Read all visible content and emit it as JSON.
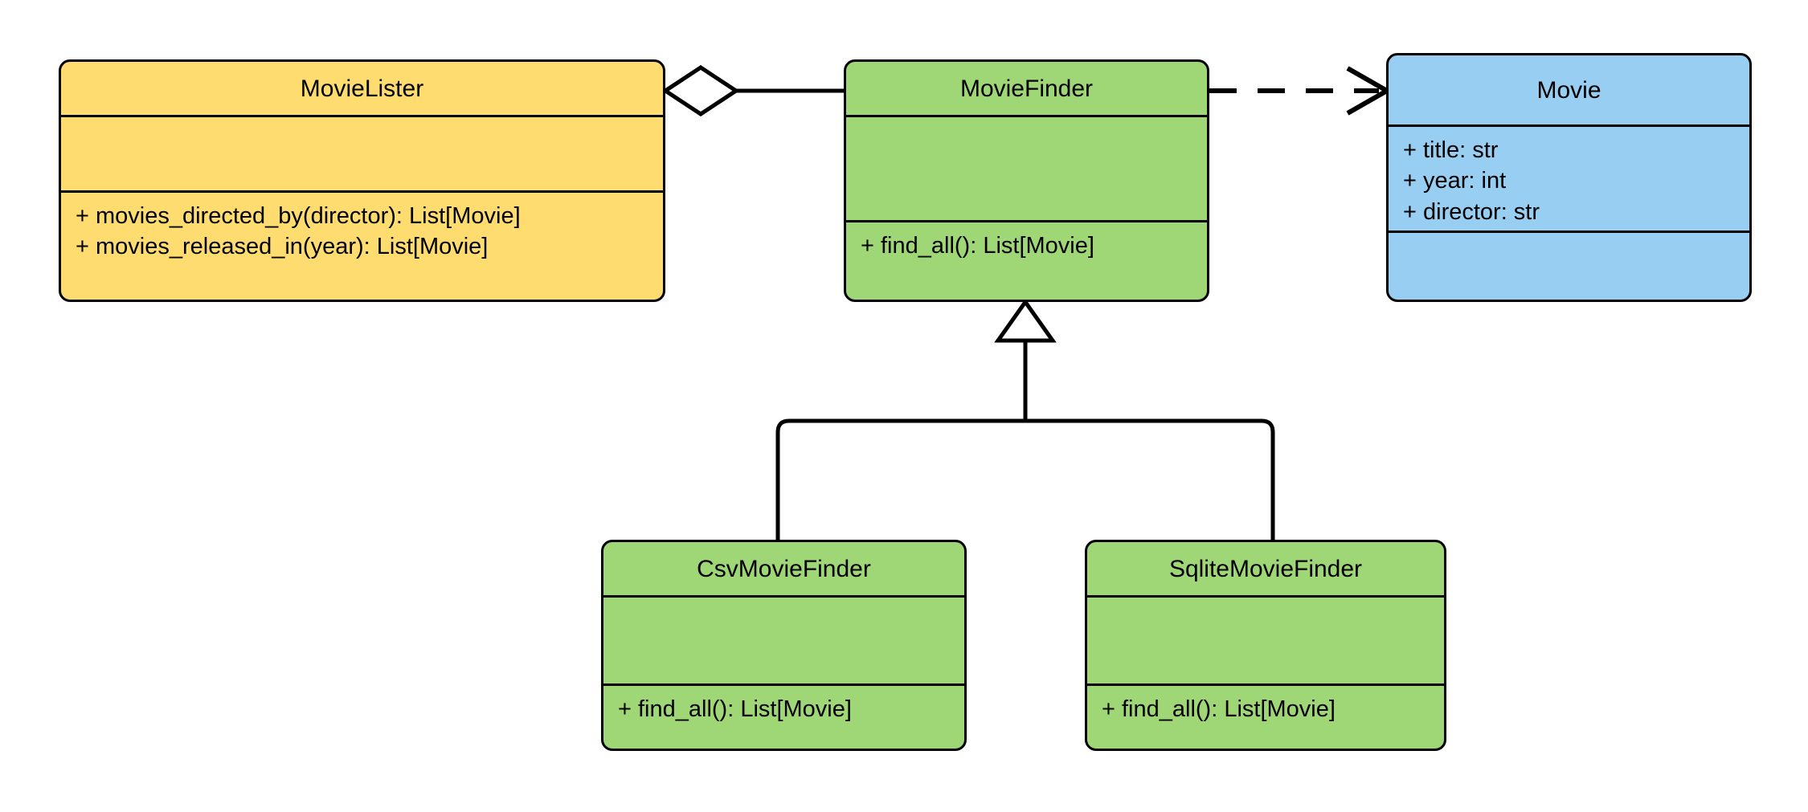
{
  "diagram": {
    "kind": "uml-class-diagram",
    "background": "#ffffff",
    "stroke_color": "#000000",
    "palette": {
      "yellow": "#FFDC70",
      "green": "#9FD777",
      "blue": "#97CEF2",
      "line": "#000000"
    }
  },
  "classes": {
    "movielister": {
      "name": "MovieLister",
      "fill": "#FFDC70",
      "attributes": [],
      "operations": [
        "+ movies_directed_by(director): List[Movie]",
        "+ movies_released_in(year): List[Movie]"
      ]
    },
    "moviefinder": {
      "name": "MovieFinder",
      "fill": "#9FD777",
      "attributes": [],
      "operations": [
        "+ find_all(): List[Movie]"
      ]
    },
    "movie": {
      "name": "Movie",
      "fill": "#97CEF2",
      "attributes": [
        "+ title: str",
        "+ year: int",
        "+ director: str"
      ],
      "operations": []
    },
    "csvmoviefinder": {
      "name": "CsvMovieFinder",
      "fill": "#9FD777",
      "attributes": [],
      "operations": [
        "+ find_all(): List[Movie]"
      ]
    },
    "sqlitemoviefinder": {
      "name": "SqliteMovieFinder",
      "fill": "#9FD777",
      "attributes": [],
      "operations": [
        "+ find_all(): List[Movie]"
      ]
    }
  },
  "relationships": [
    {
      "id": "aggregation-movielister-moviefinder",
      "type": "aggregation",
      "source": "MovieLister",
      "target": "MovieFinder",
      "marker": "hollow-diamond",
      "line_style": "solid",
      "label": ""
    },
    {
      "id": "dependency-moviefinder-movie",
      "type": "dependency",
      "source": "MovieFinder",
      "target": "Movie",
      "marker": "open-arrow",
      "line_style": "dashed",
      "label": ""
    },
    {
      "id": "inheritance-csvmoviefinder-moviefinder",
      "type": "generalization",
      "source": "CsvMovieFinder",
      "target": "MovieFinder",
      "marker": "hollow-triangle",
      "line_style": "solid",
      "label": ""
    },
    {
      "id": "inheritance-sqlitemoviefinder-moviefinder",
      "type": "generalization",
      "source": "SqliteMovieFinder",
      "target": "MovieFinder",
      "marker": "hollow-triangle",
      "line_style": "solid",
      "label": ""
    }
  ]
}
